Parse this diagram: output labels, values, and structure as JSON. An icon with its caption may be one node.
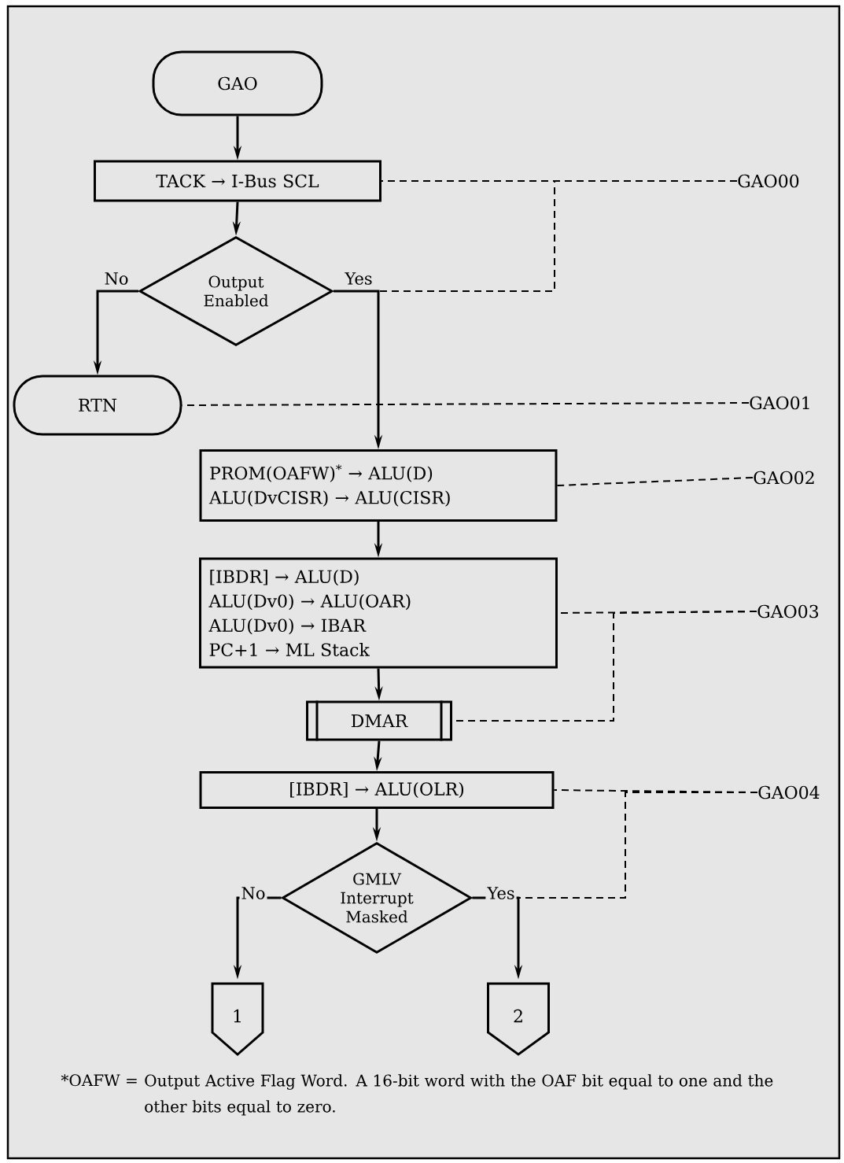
{
  "diagram": {
    "nodes": [
      {
        "text": [
          "GAO"
        ]
      },
      {
        "text": [
          "TACK → I-Bus SCL"
        ]
      },
      {
        "text": [
          "Output Enabled"
        ]
      },
      {
        "text": [
          "RTN"
        ]
      },
      {
        "text": [
          "PROM(OAFW)$^{*}$ → ALU(D)",
          "ALU(DvCISR) → ALU(CISR)"
        ]
      },
      {
        "text": [
          "[IBDR] → ALU(D)",
          "ALU(Dv0) → ALU(OAR)",
          "ALU(Dv0) → IBAR",
          "PC+1 → ML Stack"
        ]
      },
      {
        "text": [
          "DMAR"
        ]
      },
      {
        "text": [
          "[IBDR] → ALU(OLR)"
        ]
      },
      {
        "text": [
          "GMLV Interrupt Masked"
        ]
      },
      {
        "text": [
          "1"
        ]
      },
      {
        "text": [
          "2"
        ]
      },
      {
        "text": [
          "GAO00"
        ]
      },
      {
        "text": [
          "GAO01"
        ]
      },
      {
        "text": [
          "GAO02"
        ]
      },
      {
        "text": [
          "GAO03"
        ]
      },
      {
        "text": [
          "GAO04"
        ]
      }
    ],
    "edges": [
      {
        "from": 0,
        "to": 1,
        "arrow": "to"
      },
      {
        "from": 1,
        "to": 2,
        "arrow": "to"
      },
      {
        "from": 2,
        "to": 3,
        "arrow": "to",
        "label": "No"
      },
      {
        "from": 2,
        "to": 4,
        "arrow": "to",
        "label": "Yes"
      },
      {
        "from": 4,
        "to": 5,
        "arrow": "to"
      },
      {
        "from": 5,
        "to": 6,
        "arrow": "to"
      },
      {
        "from": 6,
        "to": 7,
        "arrow": "to"
      },
      {
        "from": 7,
        "to": 8,
        "arrow": "to"
      },
      {
        "from": 8,
        "to": 9,
        "arrow": "to",
        "label": "No"
      },
      {
        "from": 8,
        "to": 10,
        "arrow": "to",
        "label": "Yes"
      },
      {
        "from": 11,
        "to": 1,
        "arrow": "none",
        "style": "dashed"
      },
      {
        "from": 11,
        "to": 2,
        "arrow": "none",
        "style": "dashed"
      },
      {
        "from": 12,
        "to": 3,
        "arrow": "none",
        "style": "dashed"
      },
      {
        "from": 13,
        "to": 4,
        "arrow": "none",
        "style": "dashed"
      },
      {
        "from": 14,
        "to": 5,
        "arrow": "none",
        "style": "dashed"
      },
      {
        "from": 14,
        "to": 6,
        "arrow": "none",
        "style": "dashed"
      },
      {
        "from": 15,
        "to": 7,
        "arrow": "none",
        "style": "dashed"
      },
      {
        "from": 15,
        "to": 8,
        "arrow": "none",
        "style": "dashed"
      }
    ],
    "labels": [
      "*OAFW =",
      "Output Active Flag Word.  A 16-bit word with the OAF bit equal to one and the other bits equal to zero."
    ]
  }
}
